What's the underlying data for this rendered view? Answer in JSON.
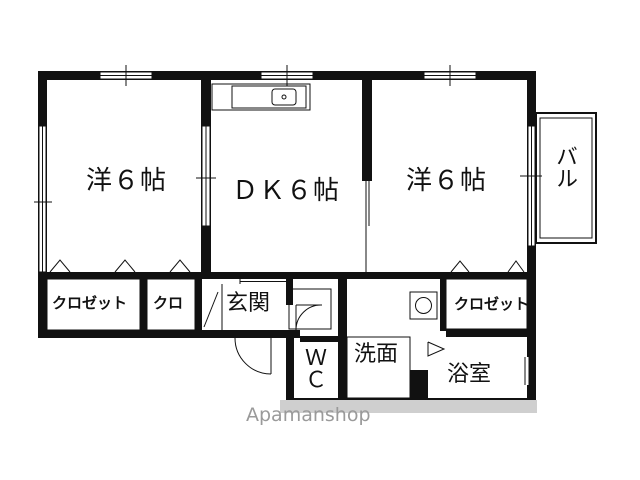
{
  "rooms": {
    "western_left": "洋６帖",
    "dk": "ＤＫ６帖",
    "western_right": "洋６帖",
    "balcony": "バル",
    "closet_left": "クロゼット",
    "closet_short": "クロ",
    "entrance": "玄関",
    "closet_right": "クロゼット",
    "washroom": "洗面",
    "wc": "ＷＣ",
    "bathroom": "浴室"
  },
  "watermark": "Apamanshop"
}
